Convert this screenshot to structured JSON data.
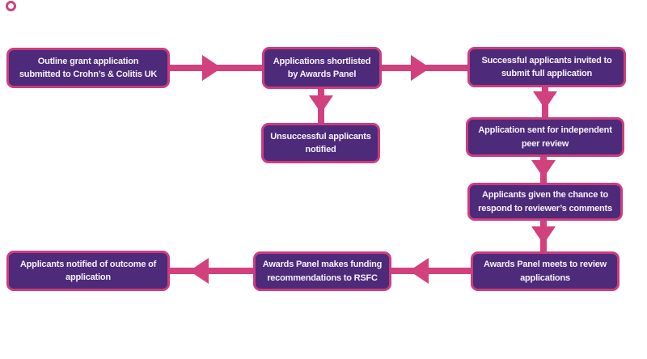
{
  "colors": {
    "box_fill": "#4D2A7A",
    "box_border": "#CE3C7C",
    "arrow": "#D2417E",
    "text": "#F7F3FB",
    "background": "#FFFFFF"
  },
  "diagram": {
    "type": "flowchart",
    "nodes": [
      {
        "id": "outline",
        "label": "Outline grant application\nsubmitted to Crohn’s & Colitis UK"
      },
      {
        "id": "shortlisted",
        "label": "Applications shortlisted\nby Awards Panel"
      },
      {
        "id": "successful",
        "label": "Successful applicants invited to\nsubmit full application"
      },
      {
        "id": "unsuccessful",
        "label": "Unsuccessful applicants\nnotified"
      },
      {
        "id": "peer_review",
        "label": "Application sent for independent\npeer review"
      },
      {
        "id": "respond",
        "label": "Applicants given the chance to\nrespond to reviewer’s comments"
      },
      {
        "id": "meets",
        "label": "Awards Panel meets to review\napplications"
      },
      {
        "id": "rsfc",
        "label": "Awards Panel makes funding\nrecommendations to RSFC"
      },
      {
        "id": "outcome",
        "label": "Applicants notified of outcome of\napplication"
      }
    ],
    "edges": [
      {
        "from": "outline",
        "to": "shortlisted",
        "direction": "right"
      },
      {
        "from": "shortlisted",
        "to": "successful",
        "direction": "right"
      },
      {
        "from": "shortlisted",
        "to": "unsuccessful",
        "direction": "down"
      },
      {
        "from": "successful",
        "to": "peer_review",
        "direction": "down"
      },
      {
        "from": "peer_review",
        "to": "respond",
        "direction": "down"
      },
      {
        "from": "respond",
        "to": "meets",
        "direction": "down"
      },
      {
        "from": "meets",
        "to": "rsfc",
        "direction": "left"
      },
      {
        "from": "rsfc",
        "to": "outcome",
        "direction": "left"
      }
    ]
  }
}
